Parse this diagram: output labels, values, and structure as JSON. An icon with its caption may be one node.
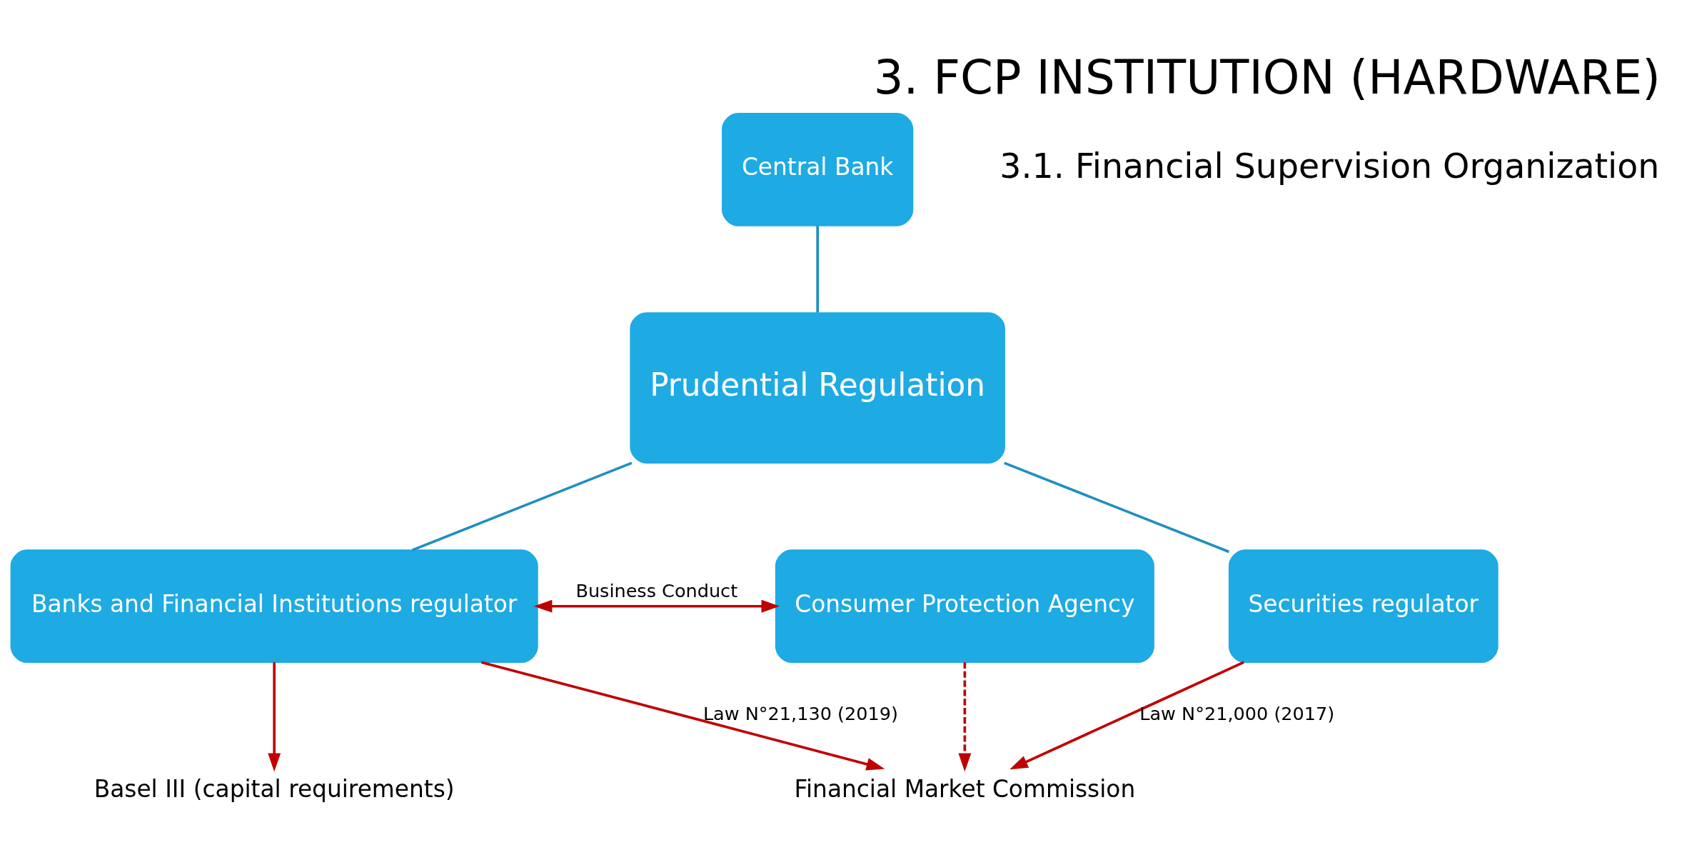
{
  "diagram": {
    "title": "3. FCP INSTITUTION (HARDWARE)",
    "nodes": [
      {
        "text": [
          "Central Bank"
        ]
      },
      {
        "text": [
          "Prudential Regulation"
        ]
      },
      {
        "text": [
          "Securities regulator"
        ]
      },
      {
        "text": [
          "Banks and Financial Institutions regulator"
        ]
      },
      {
        "text": [
          "Consumer Protection Agency"
        ]
      },
      {
        "text": [
          "Financial Market Commission"
        ]
      },
      {
        "text": [
          "Basel III (capital requirements)"
        ]
      }
    ],
    "edges": [
      {
        "from": 0,
        "to": 1,
        "arrow": "none",
        "color": "#1f8fc0"
      },
      {
        "from": 1,
        "to": 2,
        "arrow": "none",
        "color": "#1f8fc0"
      },
      {
        "from": 1,
        "to": 3,
        "arrow": "none",
        "color": "#1f8fc0"
      },
      {
        "from": 2,
        "to": 5,
        "arrow": "to",
        "label": "Law N°21,000 (2017)"
      },
      {
        "from": 3,
        "to": 5,
        "arrow": "to",
        "label": "Law N°21,130 (2019)"
      },
      {
        "from": 3,
        "to": 6,
        "arrow": "to"
      },
      {
        "from": 3,
        "to": 4,
        "arrow": "both",
        "label": "Business Conduct"
      },
      {
        "from": 4,
        "to": 5,
        "arrow": "to",
        "style": "dashed"
      }
    ],
    "labels": [
      "3.1. Financial Supervision Organization"
    ]
  }
}
